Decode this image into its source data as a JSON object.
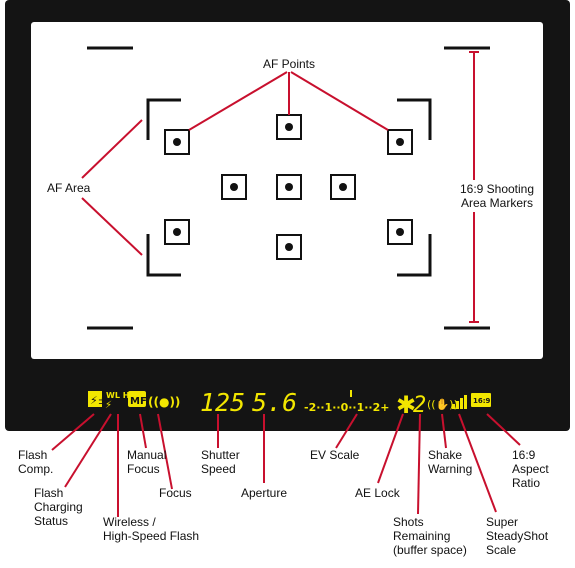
{
  "colors": {
    "frame": "#141414",
    "screen": "#ffffff",
    "marks": "#111111",
    "leader_lines": "#c8102e",
    "lcd": "#f2e600"
  },
  "viewfinder_labels": {
    "af_points": "AF Points",
    "af_area": "AF Area",
    "shooting_area_markers_line1": "16:9 Shooting",
    "shooting_area_markers_line2": "Area Markers"
  },
  "lcd_display": {
    "flash_comp_icon": "⚡±",
    "wl_h_icon": "WL H",
    "mf": "MF",
    "focus_icon": "((●))",
    "shutter_speed": "125",
    "aperture": "5.6",
    "ev_scale": "-2··1··0··1··2+",
    "ae_lock": "✱",
    "shots_remaining": "2",
    "shake_icon": "((✋))",
    "aspect_ratio": "16:9"
  },
  "callouts": {
    "flash_comp": [
      "Flash",
      "Comp."
    ],
    "flash_charging": [
      "Flash",
      "Charging",
      "Status"
    ],
    "wireless": [
      "Wireless /",
      "High-Speed Flash"
    ],
    "manual_focus": [
      "Manual",
      "Focus"
    ],
    "focus": "Focus",
    "shutter_speed": [
      "Shutter",
      "Speed"
    ],
    "aperture": "Aperture",
    "ev_scale": "EV Scale",
    "ae_lock": "AE Lock",
    "shots_remaining": [
      "Shots",
      "Remaining",
      "(buffer space)"
    ],
    "shake_warning": [
      "Shake",
      "Warning"
    ],
    "super_steadyshot": [
      "Super",
      "SteadyShot",
      "Scale"
    ],
    "aspect_ratio": [
      "16:9",
      "Aspect",
      "Ratio"
    ]
  }
}
